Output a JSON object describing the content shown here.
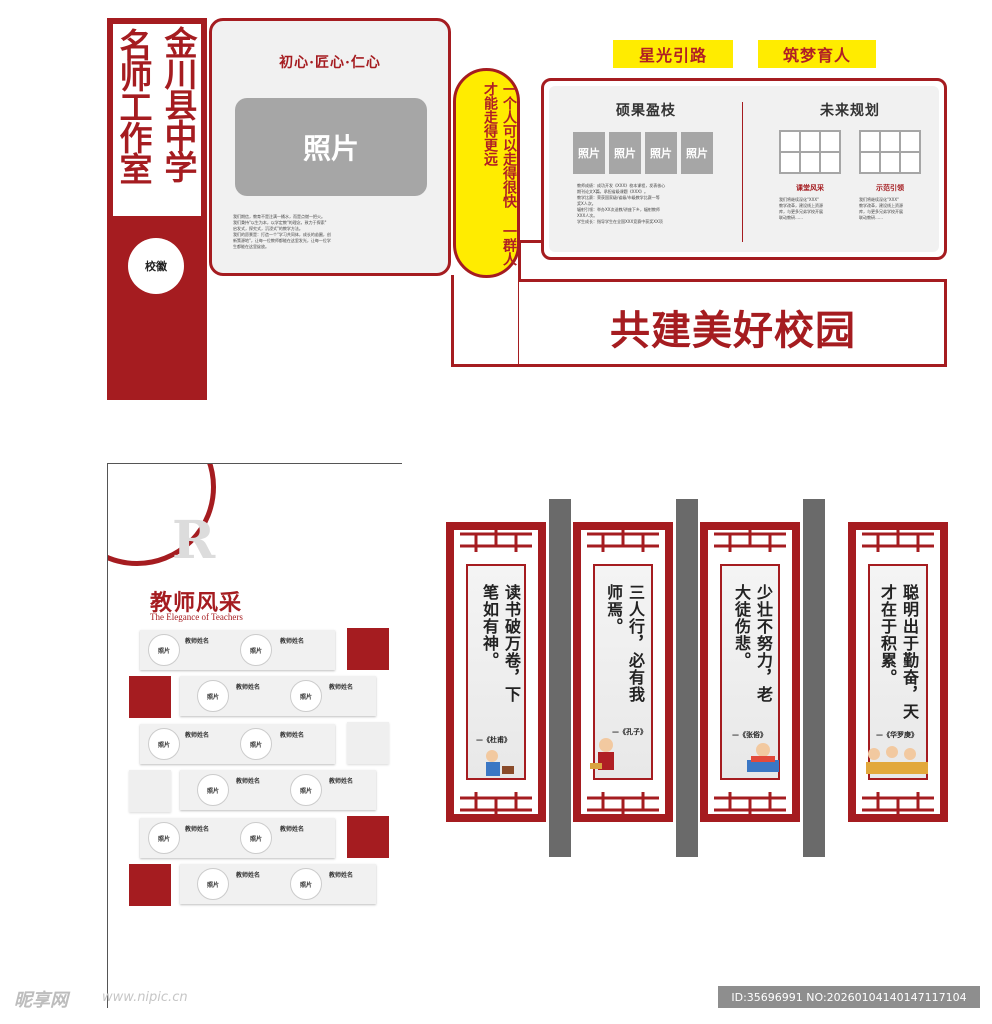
{
  "studio": {
    "title_left": "名师工作室",
    "title_right": "金川县中学",
    "badge": "校徽"
  },
  "photo_panel": {
    "slogan": "初心·匠心·仁心",
    "photo_label": "照片",
    "desc_lines": [
      "我们期信，教育不是注满一桶水，而是点燃一把火。",
      "我们秉持\"以生为本，以学定教\"的理念，致力于探索\"",
      "启发式，探究式，沉浸式\"的教学方法。",
      "我们的愿景是：打造一个\"学习共同体，成长的苗圃，创",
      "新策源地\"，让每一位教师都能在这里发光，让每一位学",
      "生都能在这里绽放。"
    ]
  },
  "pill_text": "一个人可以走得很快 一群人才能走得更远",
  "tags": {
    "tag1": "星光引路",
    "tag2": "筑梦育人"
  },
  "achievements": {
    "title": "硕果盈枝",
    "photo_label": "照片",
    "lines": [
      "教师成绩：成功开发《XXX》校本课程，发表核心",
      "期刊论文X篇，承担省级课题《XXX》。",
      "教学比赛：荣获国家级/省级/市级教学比赛一等",
      "奖X人次。",
      "辐射引领：举办XX次送教/讲座下乡，辐射教师",
      "XXX人次。",
      "学生成长：指导学生在全国XXX竞赛中获奖XX项"
    ]
  },
  "future": {
    "title": "未来规划",
    "cap1": "课堂风采",
    "cap2": "示范引领",
    "lines1": [
      "我们将继续深化\"XXX\"",
      "教学改革，建设线上资源",
      "库，与更多兄弟学校开展",
      "联动教研……"
    ],
    "lines2": [
      "我们将继续深化\"XXX\"",
      "教学改革，建设线上资源",
      "库，与更多兄弟学校开展",
      "联动教研……"
    ]
  },
  "big_slogan": "共建美好校园",
  "wall": {
    "logo_letter": "R",
    "title": "教师风采",
    "subtitle": "The Elegance of Teachers",
    "teacher_name": "教师姓名",
    "photo_label": "照片"
  },
  "quotes": [
    {
      "lines": [
        "读书破万卷，",
        "下笔如有神。"
      ],
      "author": "—《杜甫》"
    },
    {
      "lines": [
        "三人行，",
        "必有我师焉。"
      ],
      "author": "—《孔子》"
    },
    {
      "lines": [
        "少壮不努力，",
        "老大徒伤悲。"
      ],
      "author": "—《张俗》"
    },
    {
      "lines": [
        "聪明出于勤奋，",
        "天才在于积累。"
      ],
      "author": "—《华罗庚》"
    }
  ],
  "watermark": {
    "brand": "昵享网",
    "url": "www.nipic.cn",
    "id_text": "ID:35696991 NO:20260104140147117104"
  },
  "colors": {
    "brand_red": "#a51c20",
    "yellow": "#ffec00",
    "photo_gray": "#a6a6a6"
  }
}
